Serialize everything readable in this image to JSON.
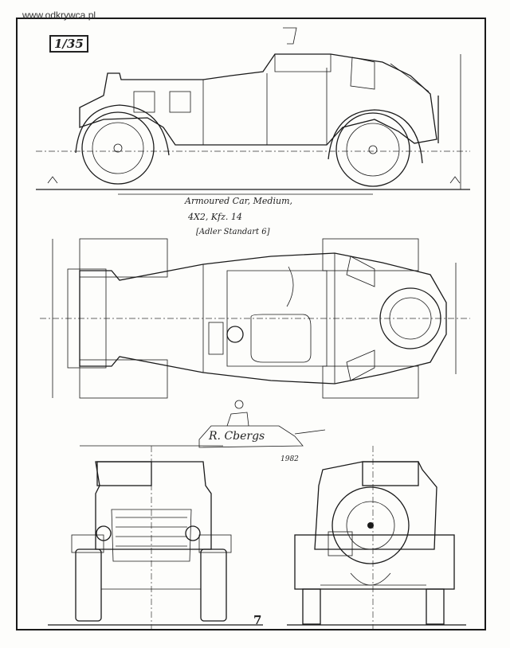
{
  "watermark": "www.odkrywca.pl",
  "scale_label": "1/35",
  "title_line1": "Armoured Car, Medium,",
  "title_line2": "4X2,  Kfz. 14",
  "title_line3": "[Adler Standart 6]",
  "signature": "R. Cbergs",
  "signature_year": "1982",
  "page_number": "7"
}
